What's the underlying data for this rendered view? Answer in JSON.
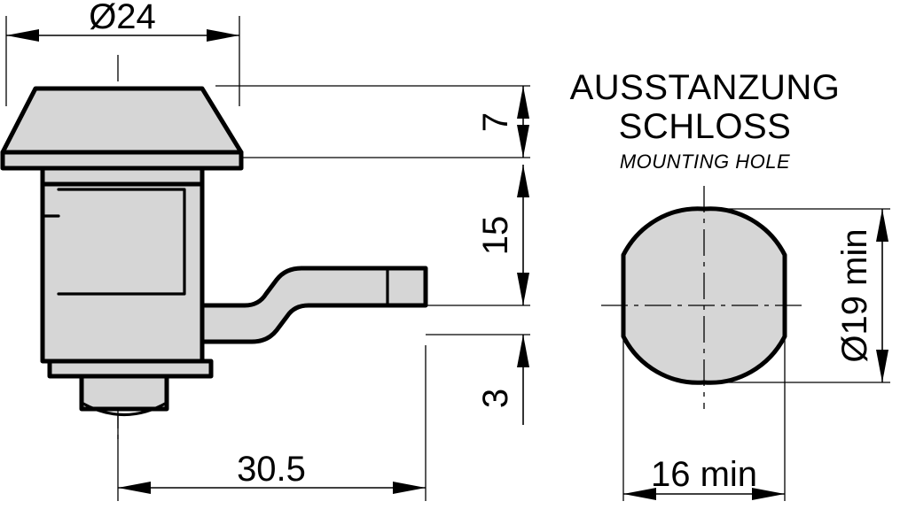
{
  "drawing": {
    "type": "engineering-drawing",
    "background_color": "#ffffff",
    "line_color": "#000000",
    "part_fill_color": "#d6d6d6",
    "views": {
      "side_view": {
        "name": "lock-side-view",
        "dimensions": {
          "diameter_head": "Ø24",
          "height_head": "7",
          "height_body": "15",
          "height_cam": "3",
          "length_total": "30.5"
        }
      },
      "hole_view": {
        "name": "mounting-hole-view",
        "title_de": "AUSSTANZUNG",
        "title_de_line2": "SCHLOSS",
        "title_en": "MOUNTING HOLE",
        "dimensions": {
          "diameter": "Ø19 min",
          "flat_width": "16 min"
        }
      }
    }
  }
}
